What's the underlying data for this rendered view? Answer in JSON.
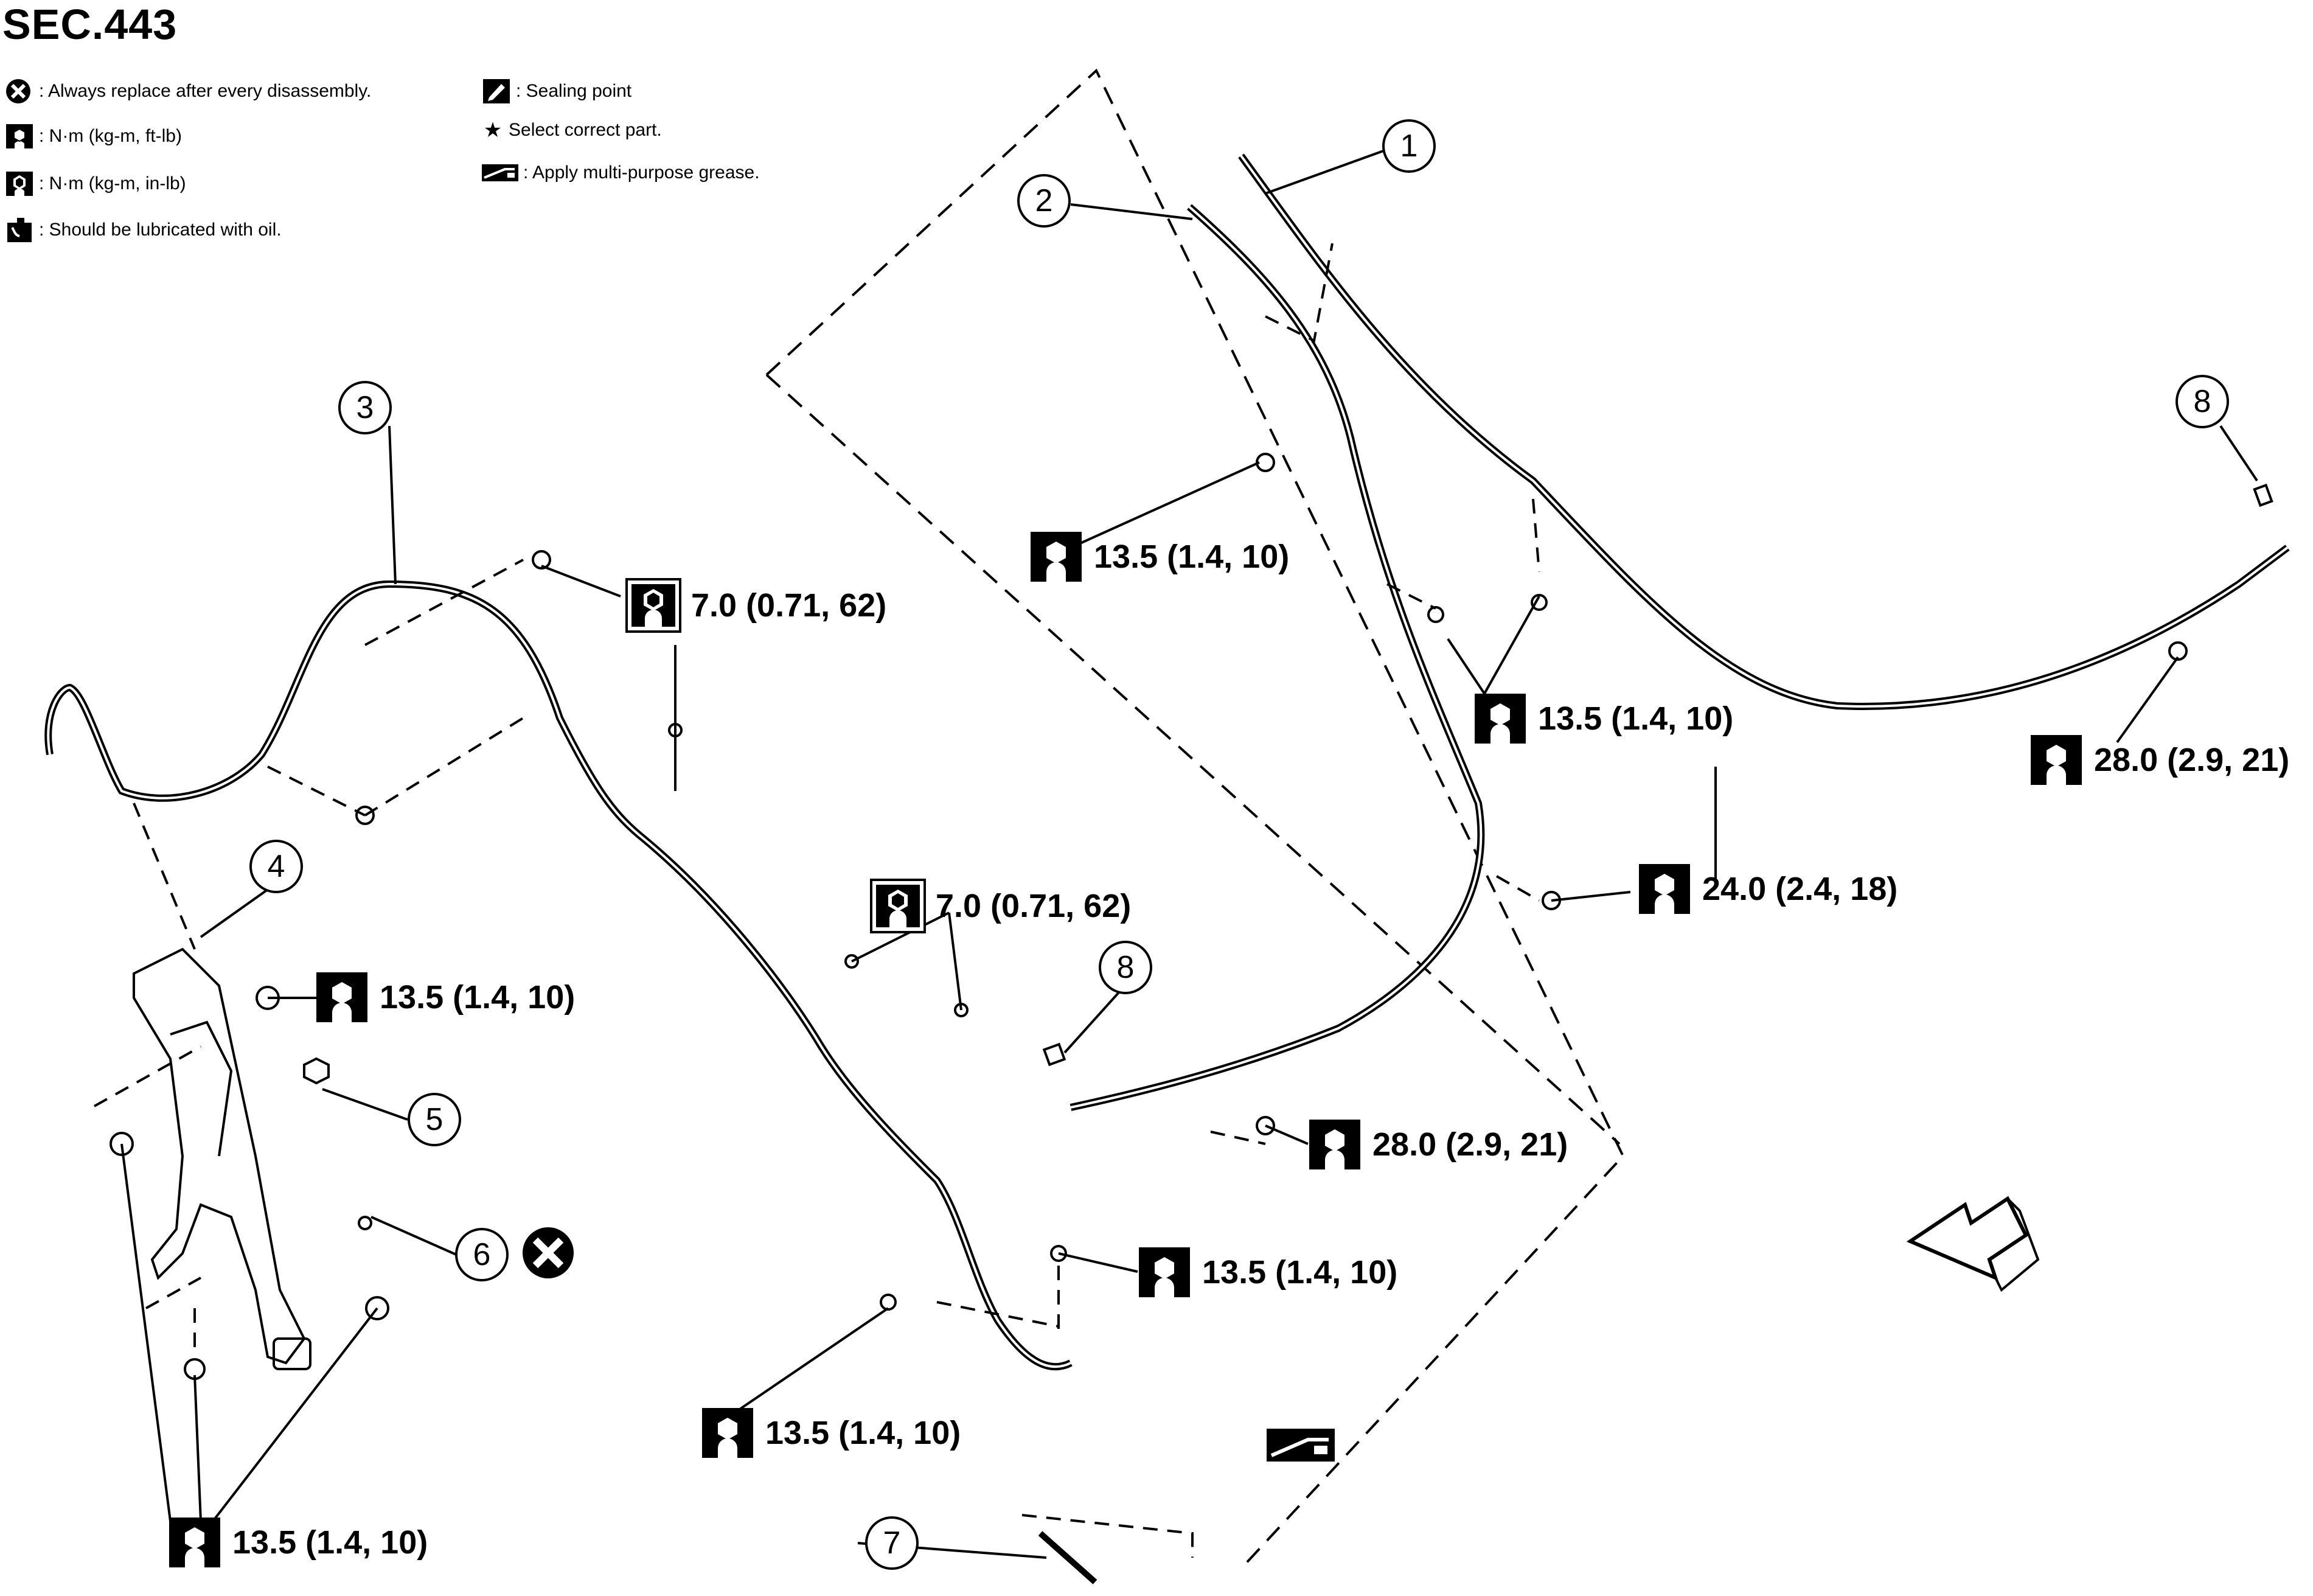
{
  "section_title": "SEC.443",
  "legend": [
    {
      "icon": "replace-icon",
      "text": ": Always replace after every disassembly."
    },
    {
      "icon": "torque-icon",
      "text": ": N·m (kg-m, ft-lb)"
    },
    {
      "icon": "torque-small-icon",
      "text": ": N·m (kg-m, in-lb)"
    },
    {
      "icon": "oil-icon",
      "text": ": Should be lubricated with oil."
    },
    {
      "icon": "sealing-icon",
      "text": ": Sealing point"
    },
    {
      "icon": "star-icon",
      "text": "Select correct part."
    },
    {
      "icon": "grease-icon",
      "text": ": Apply multi-purpose grease."
    }
  ],
  "star_symbol": "★",
  "part_numbers": {
    "p1": "1",
    "p2": "2",
    "p3": "3",
    "p4": "4",
    "p5": "5",
    "p6": "6",
    "p7": "7",
    "p8a": "8",
    "p8b": "8"
  },
  "torque_specs": {
    "t1": "13.5 (1.4, 10)",
    "t2": "7.0 (0.71, 62)",
    "t3": "13.5 (1.4, 10)",
    "t4": "28.0 (2.9, 21)",
    "t5": "24.0 (2.4, 18)",
    "t6": "7.0 (0.71, 62)",
    "t7": "13.5 (1.4, 10)",
    "t8": "28.0 (2.9, 21)",
    "t9": "13.5 (1.4, 10)",
    "t10": "13.5 (1.4, 10)",
    "t11": "13.5 (1.4, 10)"
  },
  "colors": {
    "line": "#000000",
    "background": "#ffffff"
  }
}
